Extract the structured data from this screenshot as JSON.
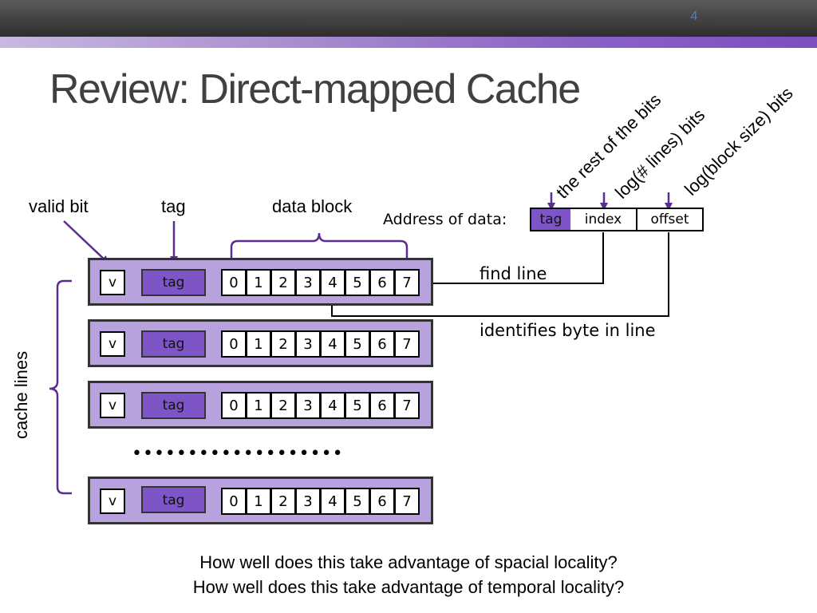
{
  "header": {
    "page_number": "4"
  },
  "title": "Review: Direct-mapped Cache",
  "labels": {
    "valid_bit": "valid bit",
    "tag": "tag",
    "data_block": "data block",
    "cache_lines": "cache lines",
    "address_of_data": "Address of data:",
    "find_line": "find line",
    "identifies_byte": "identifies byte in line",
    "rest_of_bits": "the rest of the bits",
    "log_lines": "log(# lines) bits",
    "log_block": "log(block size) bits"
  },
  "address_fields": {
    "tag": "tag",
    "index": "index",
    "offset": "offset"
  },
  "cache_lines": [
    {
      "valid": "v",
      "tag": "tag",
      "bytes": [
        "0",
        "1",
        "2",
        "3",
        "4",
        "5",
        "6",
        "7"
      ]
    },
    {
      "valid": "v",
      "tag": "tag",
      "bytes": [
        "0",
        "1",
        "2",
        "3",
        "4",
        "5",
        "6",
        "7"
      ]
    },
    {
      "valid": "v",
      "tag": "tag",
      "bytes": [
        "0",
        "1",
        "2",
        "3",
        "4",
        "5",
        "6",
        "7"
      ]
    },
    {
      "valid": "v",
      "tag": "tag",
      "bytes": [
        "0",
        "1",
        "2",
        "3",
        "4",
        "5",
        "6",
        "7"
      ]
    }
  ],
  "ellipsis": "•••••••••••••••••••",
  "questions": [
    "How well does this take advantage of spacial locality?",
    "How well does this take advantage of temporal locality?"
  ],
  "colors": {
    "accent": "#7d55c7",
    "line_fill": "#b8a2dd",
    "arrow": "#5b2d91"
  }
}
